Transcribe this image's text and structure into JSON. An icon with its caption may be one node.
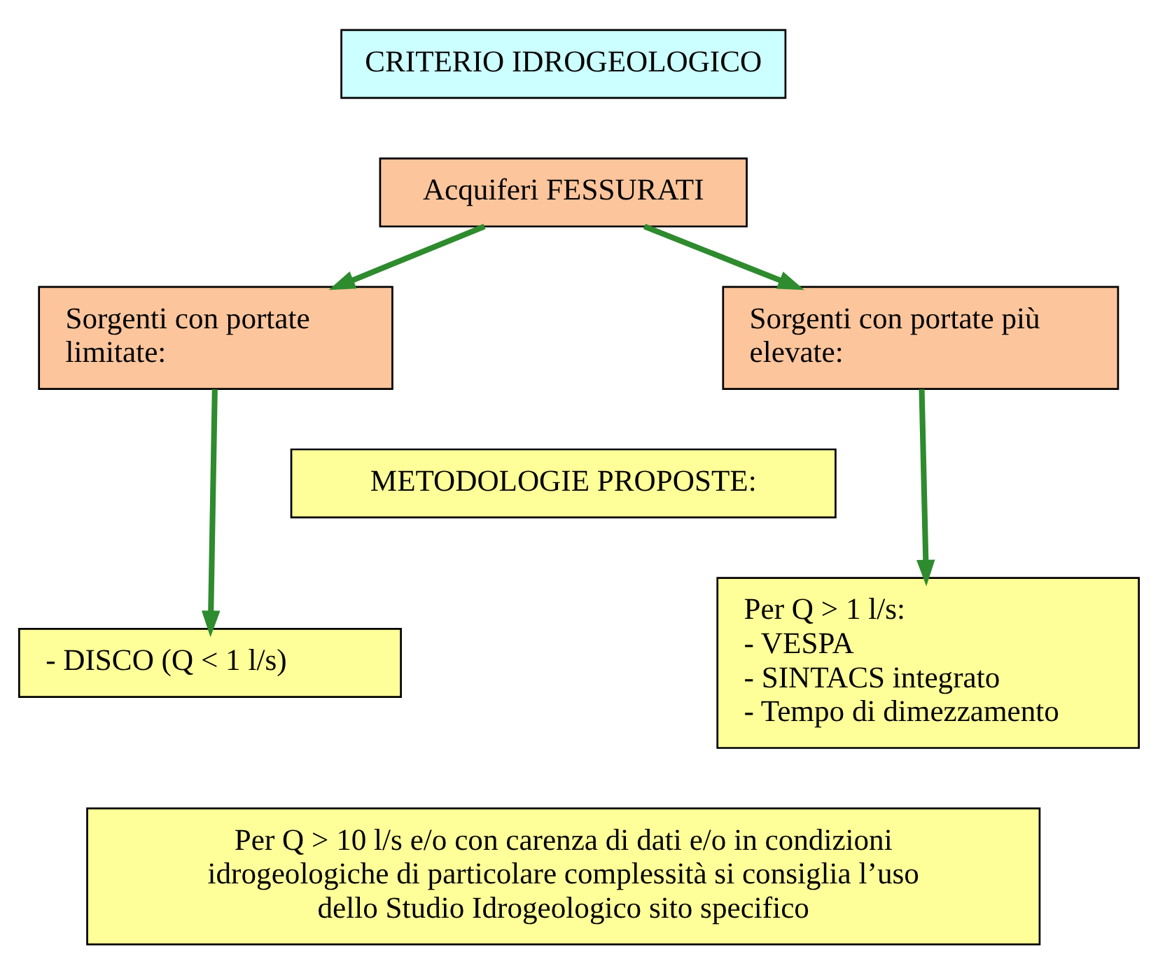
{
  "diagram": {
    "nodes": [
      {
        "text": [
          "CRITERIO IDROGEOLOGICO"
        ]
      },
      {
        "text": [
          "Acquiferi FESSURATI"
        ]
      },
      {
        "text": [
          "Sorgenti con portate limitate:"
        ]
      },
      {
        "text": [
          "Sorgenti con portate più elevate:"
        ]
      },
      {
        "text": [
          "METODOLOGIE PROPOSTE:"
        ]
      },
      {
        "text": [
          "- DISCO (Q < 1 l/s)"
        ]
      },
      {
        "text": [
          "Per Q > 1 l/s:",
          "- VESPA",
          "- SINTACS integrato",
          "- Tempo di dimezzamento"
        ]
      },
      {
        "text": [
          "Per Q > 10 l/s e/o con carenza di dati e/o in condizioni idrogeologiche di particolare complessità si consiglia l’uso dello Studio Idrogeologico sito specifico"
        ]
      }
    ],
    "edges": [
      {
        "from": 1,
        "to": 2,
        "arrow": "to"
      },
      {
        "from": 1,
        "to": 3,
        "arrow": "to"
      },
      {
        "from": 2,
        "to": 5,
        "arrow": "to"
      },
      {
        "from": 3,
        "to": 6,
        "arrow": "to"
      }
    ]
  }
}
